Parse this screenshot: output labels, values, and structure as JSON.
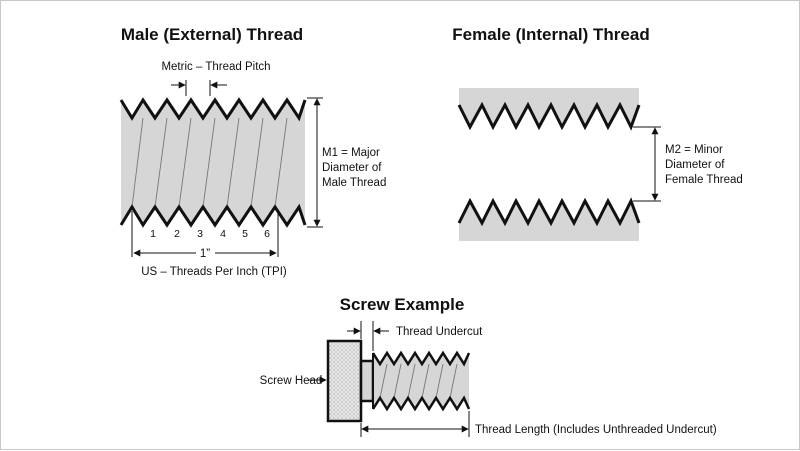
{
  "male": {
    "title": "Male (External) Thread",
    "pitch_label": "Metric – Thread Pitch",
    "diameter_label": [
      "M1 = Major",
      "Diameter of",
      "Male Thread"
    ],
    "tpi_numbers": [
      "1",
      "2",
      "3",
      "4",
      "5",
      "6"
    ],
    "inch_label": "1”",
    "tpi_label": "US – Threads Per Inch (TPI)"
  },
  "female": {
    "title": "Female (Internal) Thread",
    "diameter_label": [
      "M2 = Minor",
      "Diameter of",
      "Female Thread"
    ]
  },
  "screw": {
    "title": "Screw Example",
    "head_label": "Screw Head",
    "undercut_label": "Thread Undercut",
    "length_label": "Thread Length (Includes Unthreaded Undercut)"
  },
  "colors": {
    "fill_gray": "#d6d6d6",
    "line": "#111111",
    "border": "#c8c8c8"
  }
}
